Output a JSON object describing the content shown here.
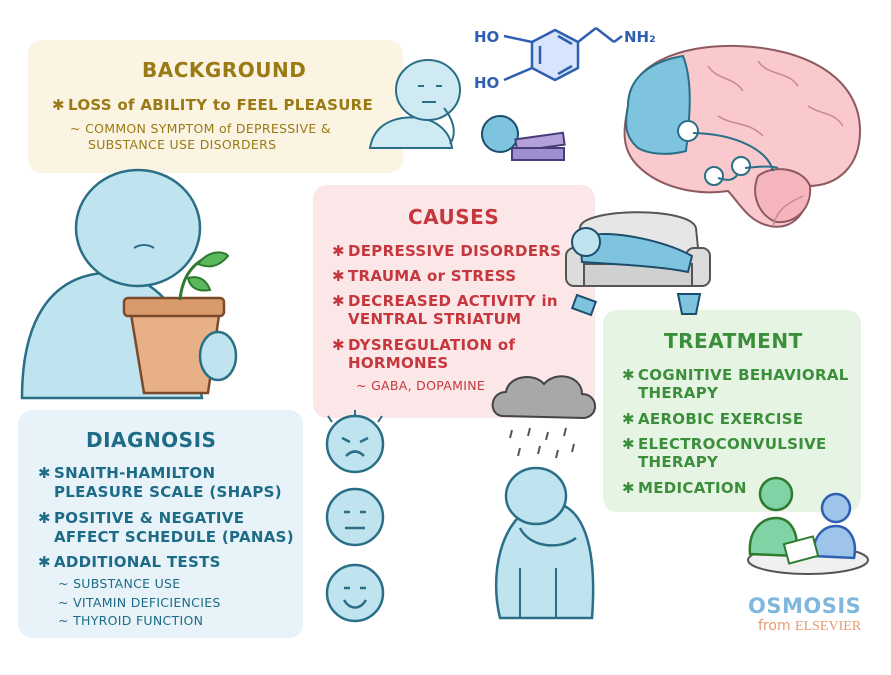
{
  "background": {
    "title": "BACKGROUND",
    "point": "LOSS of ABILITY to FEEL PLEASURE",
    "sub": [
      "COMMON SYMPTOM of DEPRESSIVE &",
      "SUBSTANCE USE DISORDERS"
    ]
  },
  "molecule": {
    "ho_top": "HO",
    "ho_bottom": "HO",
    "nh2": "NH₂"
  },
  "causes": {
    "title": "CAUSES",
    "items": [
      "DEPRESSIVE DISORDERS",
      "TRAUMA or STRESS",
      "DECREASED ACTIVITY in",
      "VENTRAL STRIATUM",
      "DYSREGULATION of",
      "HORMONES"
    ],
    "sub": "GABA, DOPAMINE"
  },
  "diagnosis": {
    "title": "DIAGNOSIS",
    "items": [
      "SNAITH-HAMILTON",
      "PLEASURE SCALE (SHAPS)",
      "POSITIVE & NEGATIVE",
      "AFFECT SCHEDULE (PANAS)",
      "ADDITIONAL TESTS"
    ],
    "sub": [
      "SUBSTANCE USE",
      "VITAMIN DEFICIENCIES",
      "THYROID FUNCTION"
    ]
  },
  "treatment": {
    "title": "TREATMENT",
    "items": [
      "COGNITIVE BEHAVIORAL",
      "THERAPY",
      "AEROBIC EXERCISE",
      "ELECTROCONVULSIVE",
      "THERAPY",
      "MEDICATION"
    ]
  },
  "logo": {
    "name": "OSMOSIS",
    "from": "from",
    "company": "ELSEVIER"
  },
  "colors": {
    "bg_panel": "#fbf4e2",
    "bg_title": "#9a7a14",
    "causes_panel": "#fbe7e7",
    "causes_text": "#c5373d",
    "diag_panel": "#e7f3f8",
    "diag_text": "#1d6b86",
    "treat_panel": "#e6f4e4",
    "treat_text": "#3b8e3a",
    "figure": "#bfe3ef",
    "figure_stroke": "#2a6f87"
  }
}
